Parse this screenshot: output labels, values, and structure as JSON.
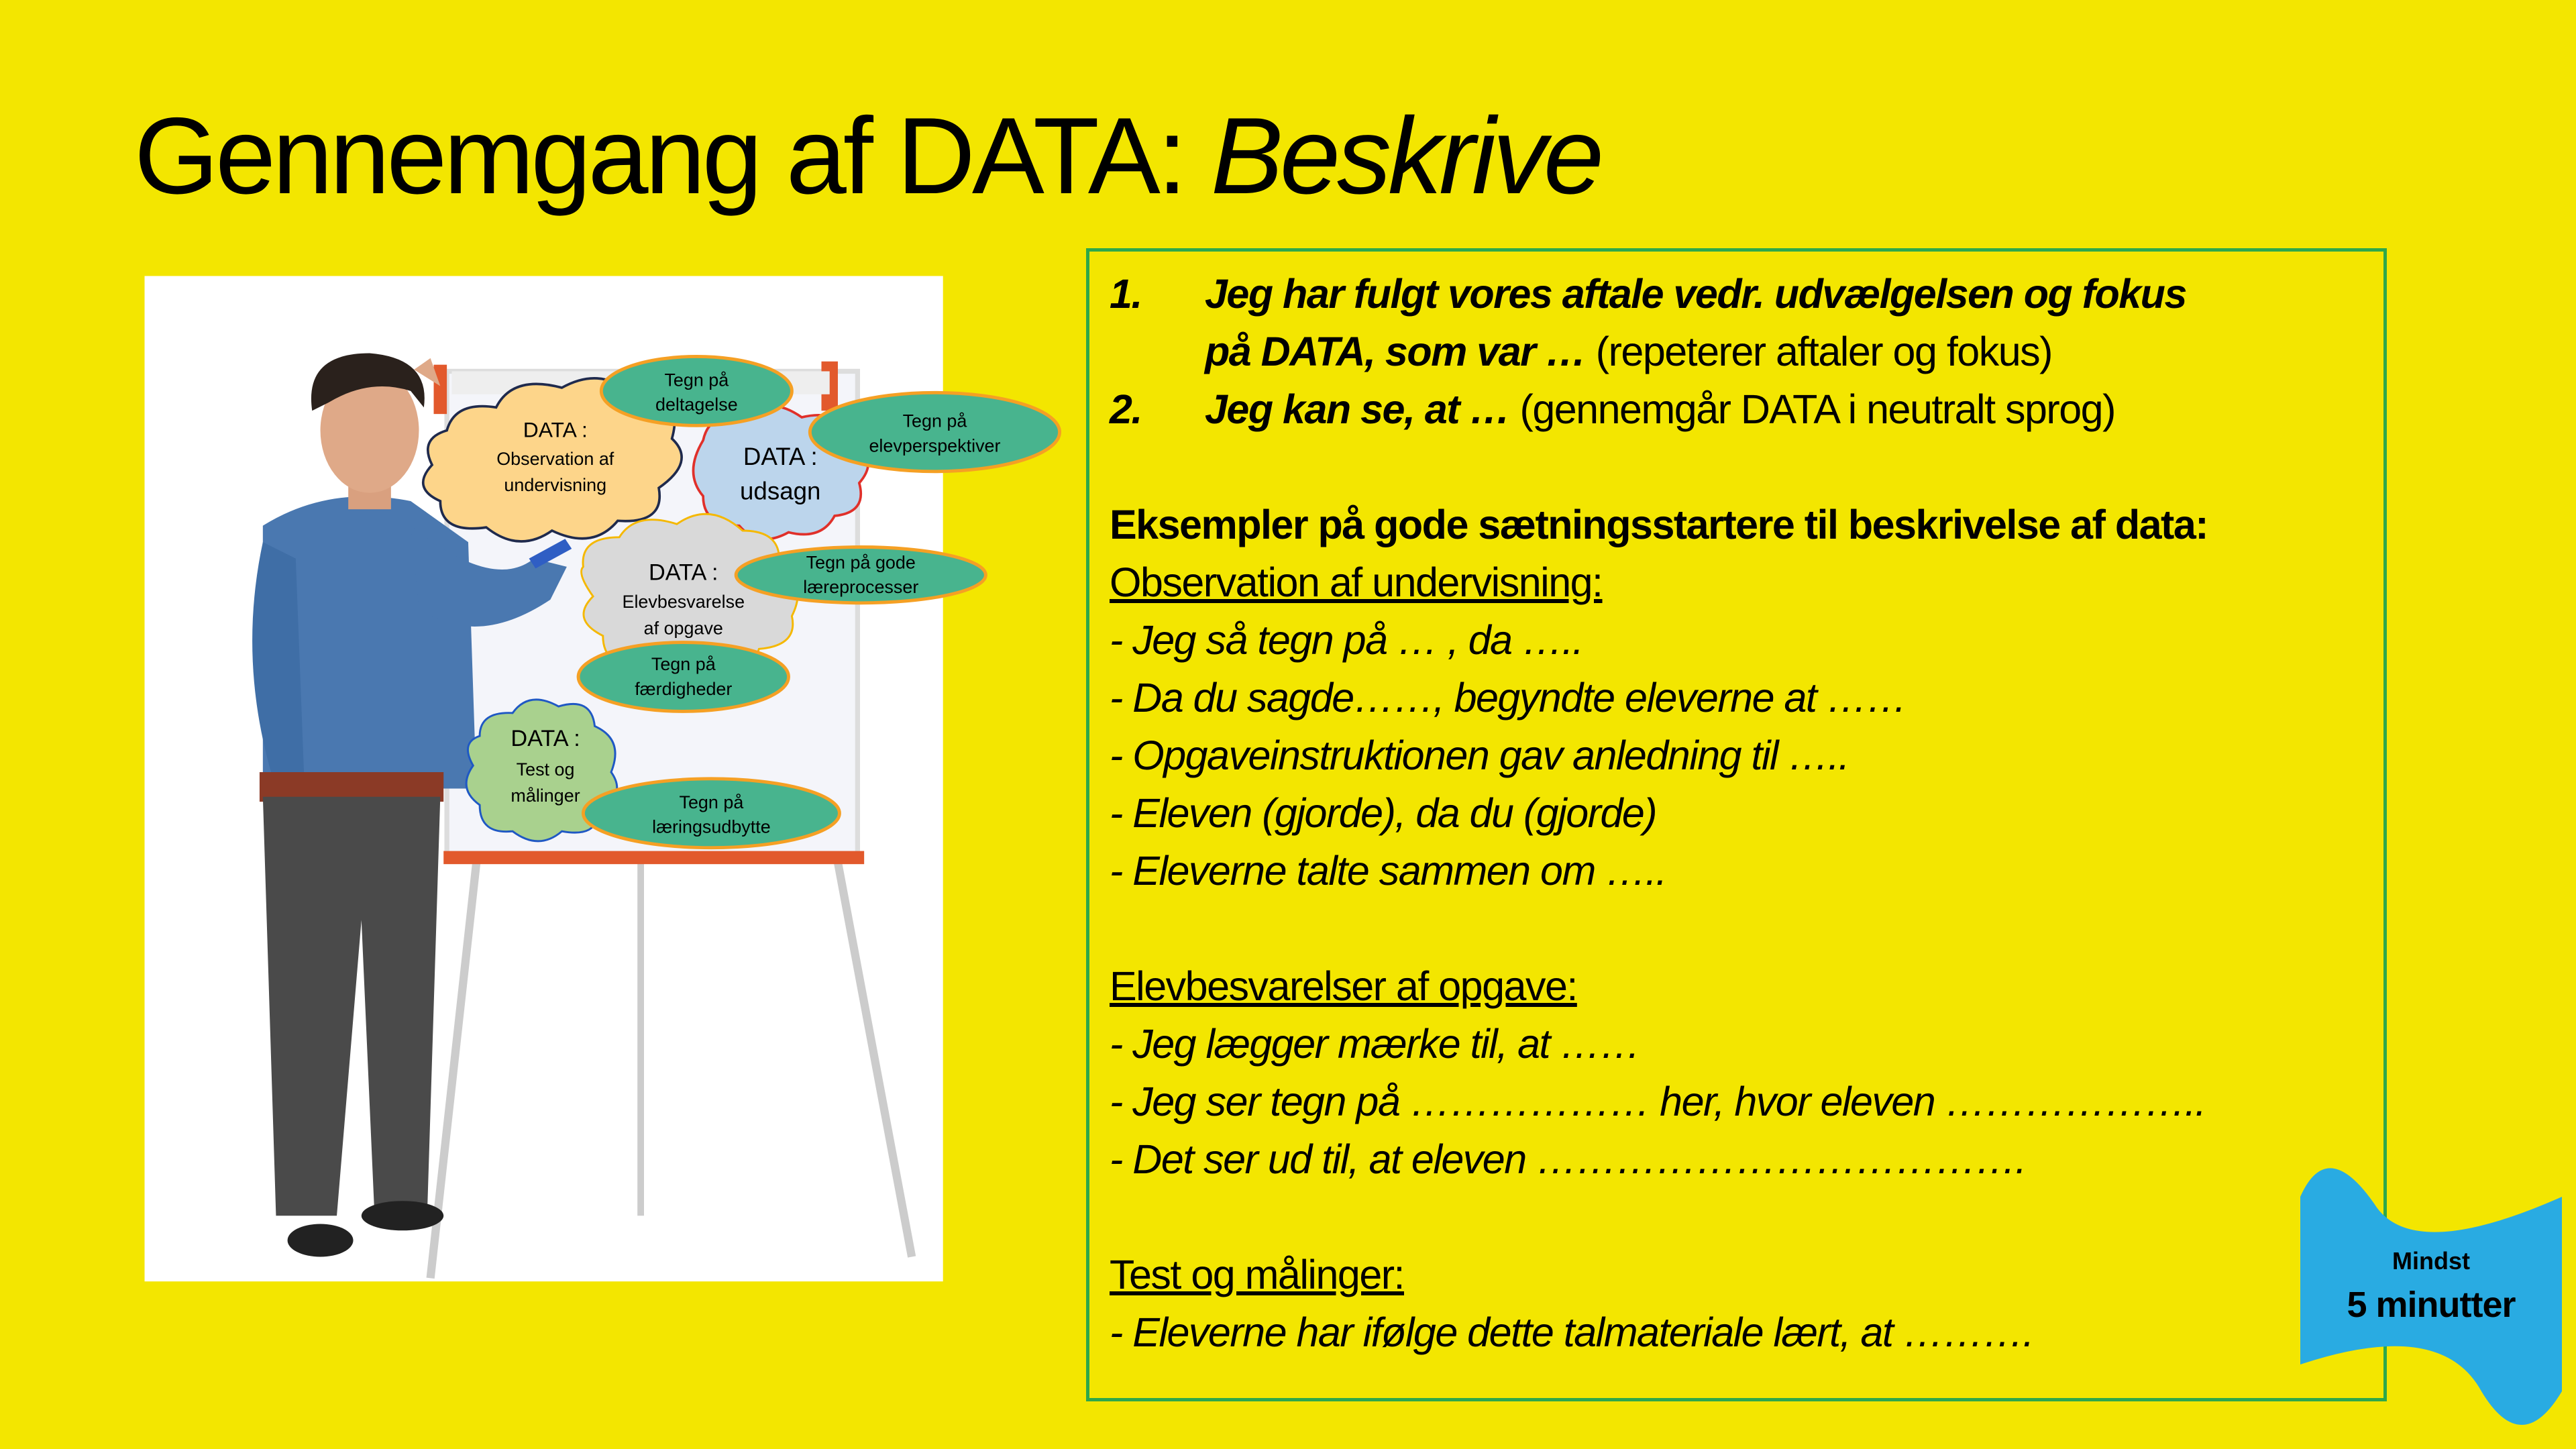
{
  "slide": {
    "title_plain": "Gennemgang af DATA: ",
    "title_italic": "Beskrive"
  },
  "illustration": {
    "clouds": [
      {
        "heading": "DATA :",
        "line1": "Observation af",
        "line2": "undervisning",
        "color": "#fdd58a"
      },
      {
        "heading": "DATA :",
        "line1": "udsagn",
        "color": "#bcd5ec"
      },
      {
        "heading": "DATA :",
        "line1": "Elevbesvarelse",
        "line2": "af opgave",
        "color": "#d9d9d9"
      },
      {
        "heading": "DATA :",
        "line1": "Test og",
        "line2": "målinger",
        "color": "#a9d18e"
      }
    ],
    "signs": [
      {
        "line1": "Tegn på",
        "line2": "deltagelse"
      },
      {
        "line1": "Tegn på",
        "line2": "elevperspektiver"
      },
      {
        "line1": "Tegn på gode",
        "line2": "læreprocesser"
      },
      {
        "line1": "Tegn på",
        "line2": "færdigheder"
      },
      {
        "line1": "Tegn på",
        "line2": "læringsudbytte"
      }
    ],
    "sign_color": "#48b48e",
    "sign_border": "#f5a024"
  },
  "content": {
    "steps": [
      {
        "num": "1.",
        "bold_a": "Jeg har fulgt vores aftale vedr. udvælgelsen og fokus",
        "bold_b": "på DATA, som var …",
        "plain": " (repeterer aftaler og fokus)"
      },
      {
        "num": "2.",
        "bold": "Jeg kan se, at …",
        "plain": " (gennemgår DATA i neutralt sprog)"
      }
    ],
    "examples_heading": "Eksempler på gode sætningsstartere til beskrivelse af data:",
    "sections": [
      {
        "heading": "Observation af undervisning:",
        "items": [
          "- Jeg så tegn på … , da  …..",
          "- Da du sagde……, begyndte eleverne at ……",
          "- Opgaveinstruktionen gav anledning til …..",
          "- Eleven (gjorde), da du (gjorde)",
          "- Eleverne talte sammen om ….."
        ]
      },
      {
        "heading": "Elevbesvarelser af opgave:",
        "items": [
          "- Jeg lægger mærke til, at ……",
          "- Jeg ser tegn på ……………… her, hvor eleven ………………..",
          "- Det ser ud til, at eleven ………………………………."
        ]
      },
      {
        "heading": "Test og målinger:",
        "items": [
          "- Eleverne har ifølge dette talmateriale lært, at ………."
        ]
      }
    ]
  },
  "banner": {
    "line1": "Mindst",
    "line2": "5 minutter",
    "color": "#29abe2"
  },
  "colors": {
    "background": "#f3e600",
    "box_border": "#2ea84a"
  }
}
